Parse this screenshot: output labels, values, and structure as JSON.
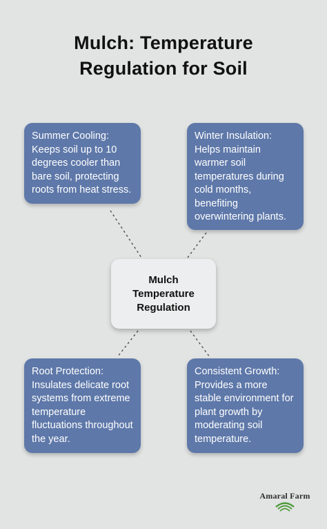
{
  "title": {
    "line1": "Mulch: Temperature",
    "line2": "Regulation for Soil"
  },
  "center": {
    "line1": "Mulch",
    "line2": "Temperature",
    "line3": "Regulation"
  },
  "cards": [
    {
      "heading": "Summer Cooling:",
      "text": "Keeps soil up to 10 degrees cooler than bare soil, protecting roots from heat stress."
    },
    {
      "heading": "Winter Insulation:",
      "text": "Helps maintain warmer soil temperatures during cold months, benefiting overwintering plants."
    },
    {
      "heading": "Root Protection:",
      "text": "Insulates delicate root systems from extreme temperature fluctuations throughout the year."
    },
    {
      "heading": "Consistent Growth:",
      "text": "Provides a more stable environment for plant growth by moderating soil temperature."
    }
  ],
  "logo": {
    "text": "Amaral Farm"
  },
  "colors": {
    "background": "#e2e4e3",
    "card": "#5e78a9",
    "center_box": "#edeeef",
    "connector": "#555555",
    "logo_green": "#4e9a3a"
  }
}
